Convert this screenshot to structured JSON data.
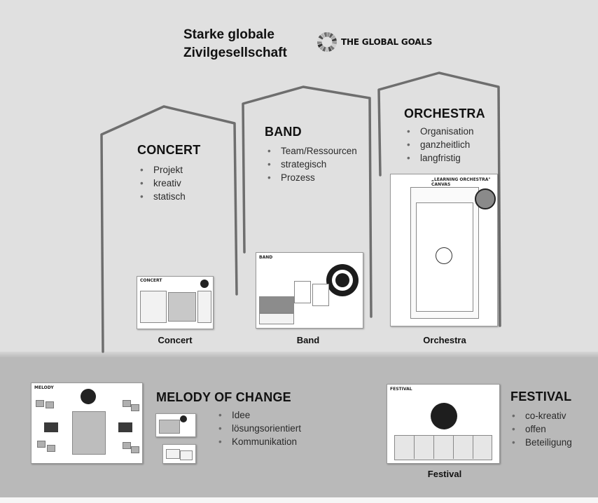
{
  "header": {
    "title_line1": "Starke globale",
    "title_line2": "Zivilgesellschaft",
    "logo_text": "THE GLOBAL GOALS",
    "logo_segment_colors": [
      "#8f8f8f",
      "#5c5c5c",
      "#acacac",
      "#3e3e3e",
      "#9a9a9a",
      "#cfcfcf",
      "#767676",
      "#4a4a4a",
      "#bebebe",
      "#636363",
      "#a1a1a1",
      "#2f2f2f",
      "#868686",
      "#d8d8d8",
      "#505050",
      "#b4b4b4",
      "#6d6d6d"
    ]
  },
  "concert": {
    "heading": "CONCERT",
    "bullets": [
      "Projekt",
      "kreativ",
      "statisch"
    ],
    "caption": "Concert",
    "canvas_title": "CONCERT"
  },
  "band": {
    "heading": "BAND",
    "bullets": [
      "Team/Ressourcen",
      "strategisch",
      "Prozess"
    ],
    "caption": "Band",
    "canvas_title": "BAND"
  },
  "orchestra": {
    "heading": "ORCHESTRA",
    "bullets": [
      "Organisation",
      "ganzheitlich",
      "langfristig"
    ],
    "caption": "Orchestra",
    "canvas_title": "„LEARNING ORCHESTRA\" CANVAS"
  },
  "melody": {
    "heading": "MELODY OF CHANGE",
    "bullets": [
      "Idee",
      "lösungsorientiert",
      "Kommunikation"
    ],
    "canvas_title": "MELODY"
  },
  "festival": {
    "heading": "FESTIVAL",
    "bullets": [
      "co-kreativ",
      "offen",
      "Beteiligung"
    ],
    "caption": "Festival",
    "canvas_title": "FESTIVAL"
  }
}
